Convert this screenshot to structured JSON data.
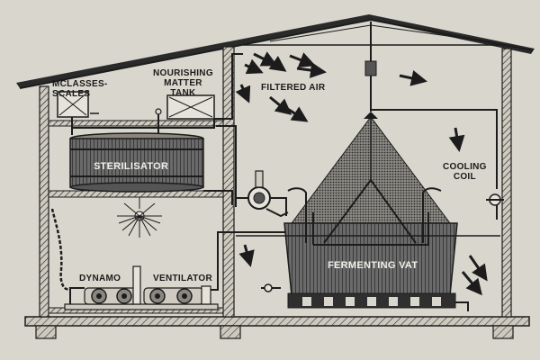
{
  "labels": {
    "molasses_scales": "MCLASSES-\nSCALES",
    "nourishing_matter_tank": "NOURISHING\nMATTER\nTANK",
    "filtered_air": "FILTERED AIR",
    "sterilisator": "STERILISATOR",
    "cooling_coil": "COOLING\nCOIL",
    "dynamo": "DYNAMO",
    "ventilator": "VENTILATOR",
    "fermenting_vat": "FERMENTING VAT"
  },
  "colors": {
    "paper": "#d9d6cd",
    "ink": "#1c1c1c",
    "hatch": "#3a3a3a",
    "vat_dark": "#4a4a4a"
  }
}
